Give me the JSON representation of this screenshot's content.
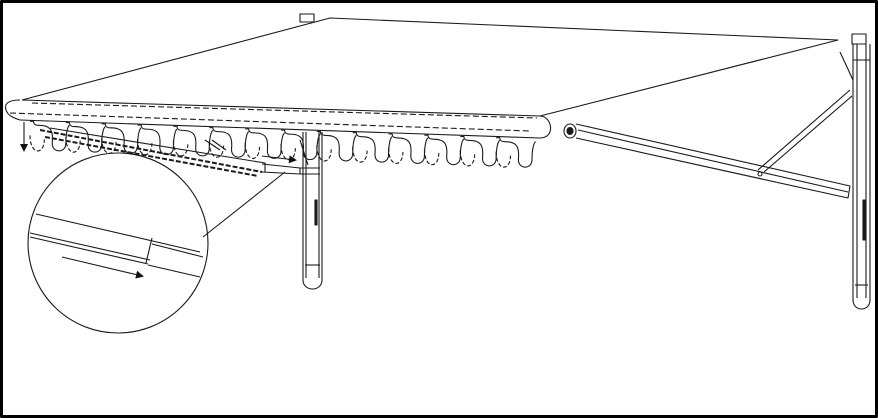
{
  "diagram": {
    "subject": "awning-line-drawing",
    "colors": {
      "line": "#1a1a1a",
      "background": "#ffffff",
      "frame": "#000000"
    },
    "scallop_count": 14,
    "arrows": [
      "down-arrow-left-end",
      "right-arrow-arm",
      "right-arrow-detail"
    ]
  }
}
